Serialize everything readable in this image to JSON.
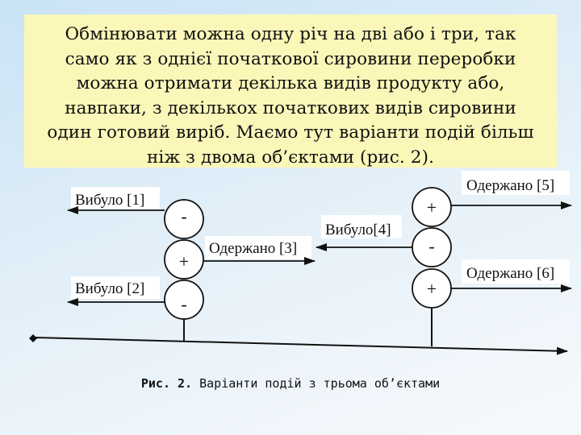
{
  "text": {
    "lines": [
      "Обмінювати можна одну річ на дві або і три, так",
      "само як з однієї початкової сировини переробки",
      "можна отримати декілька видів продукту або,",
      "навпаки, з декількох початкових видів сировини",
      "один готовий виріб. Маємо тут варіанти подій більш",
      "ніж з двома об’єктами (рис. 2)."
    ]
  },
  "diagram": {
    "left": {
      "signs": [
        "-",
        "+",
        "-"
      ],
      "out1": "Вибуло [1]",
      "in3": "Одержано [3]",
      "out2": "Вибуло [2]"
    },
    "right": {
      "signs": [
        "+",
        "-",
        "+"
      ],
      "in5": "Одержано [5]",
      "out4": "Вибуло[4]",
      "in6": "Одержано [6]"
    }
  },
  "caption": {
    "label": "Рис. 2.",
    "text": "Варіанти подій з трьома об’єктами"
  }
}
